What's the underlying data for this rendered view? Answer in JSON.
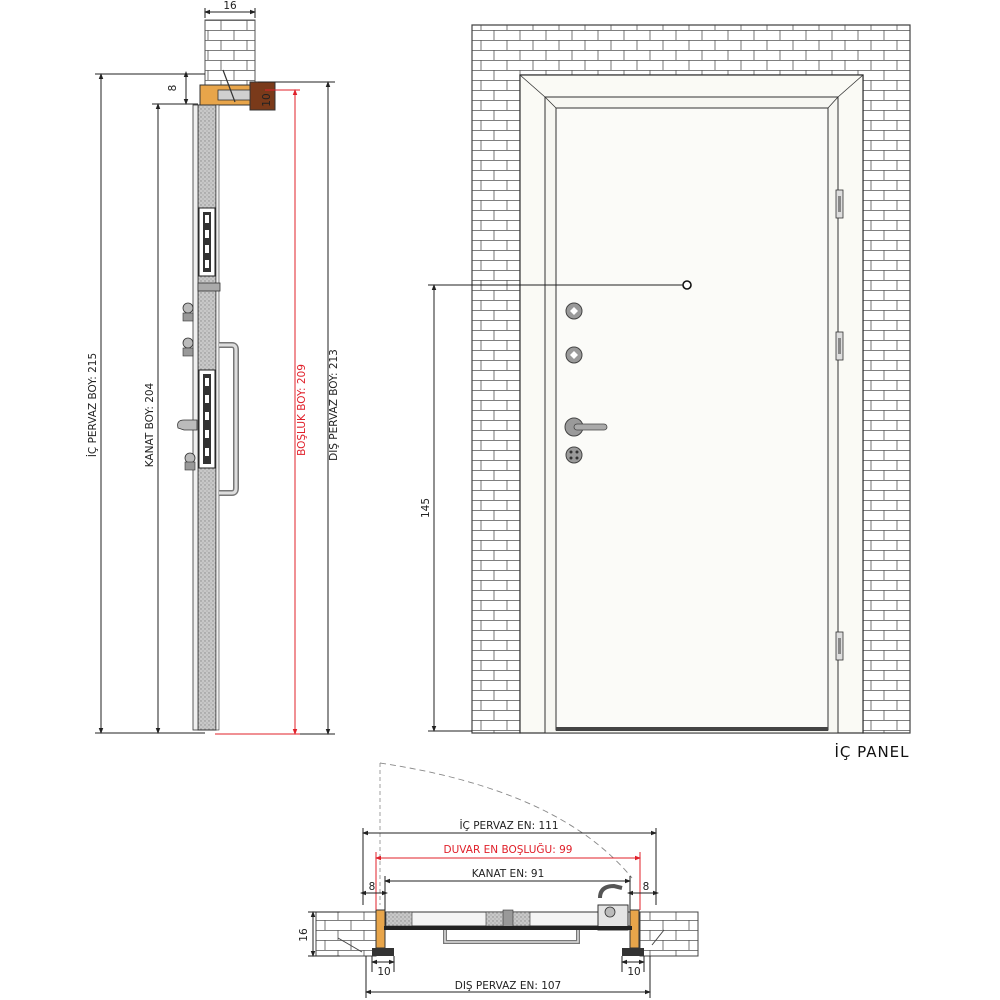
{
  "section": {
    "top_width": "16",
    "top_offset": "8",
    "frame_depth": "10",
    "ic_pervaz_boy": "İÇ PERVAZ BOY: 215",
    "kanat_boy": "KANAT BOY: 204",
    "bosluk_boy": "BOŞLUK BOY: 209",
    "dis_pervaz_boy": "DIŞ PERVAZ BOY: 213"
  },
  "front": {
    "handle_height": "145",
    "panel_label": "İÇ PANEL"
  },
  "plan": {
    "ic_pervaz_en": "İÇ PERVAZ EN: 111",
    "duvar_en_boslugu": "DUVAR EN BOŞLUĞU: 99",
    "kanat_en": "KANAT EN: 91",
    "left_offset": "8",
    "right_offset": "8",
    "wall_depth": "16",
    "left_frame": "10",
    "right_frame": "10",
    "dis_pervaz_en": "DIŞ PERVAZ EN: 107"
  },
  "colors": {
    "accent_red": "#e0202a",
    "wood": "#e8a54a",
    "line": "#222222"
  }
}
